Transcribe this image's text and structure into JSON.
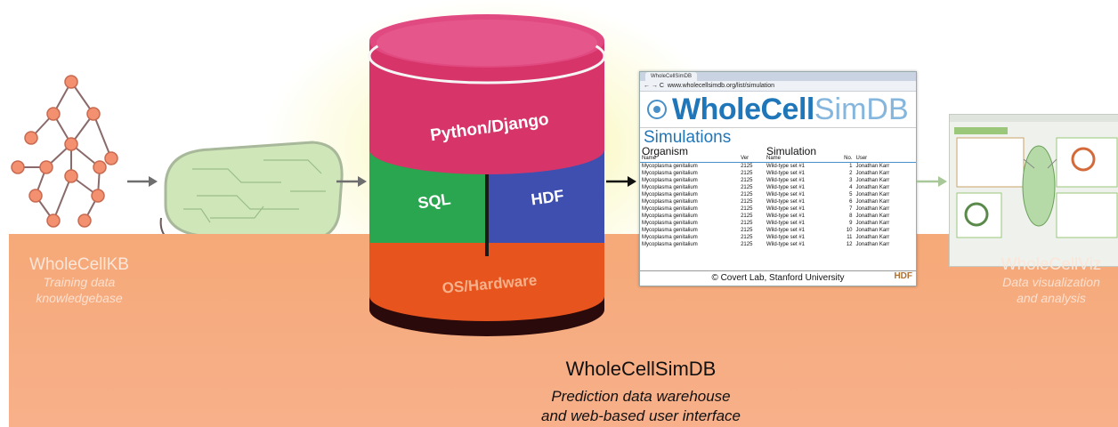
{
  "left": {
    "title": "WholeCellKB",
    "subtitle_line1": "Training data",
    "subtitle_line2": "knowledgebase"
  },
  "right": {
    "title": "WholeCellViz",
    "subtitle_line1": "Data visualization",
    "subtitle_line2": "and analysis"
  },
  "center": {
    "title": "WholeCellSimDB",
    "subtitle_line1": "Prediction data warehouse",
    "subtitle_line2": "and web-based user interface"
  },
  "database": {
    "layer_top": "Python/Django",
    "layer_sql": "SQL",
    "layer_hdf": "HDF",
    "layer_bottom": "OS/Hardware"
  },
  "browser": {
    "tab": "WholeCellSimDB",
    "url": "www.wholecellsimdb.org/list/simulation",
    "logo_main": "WholeCell",
    "logo_sim": "SimDB",
    "heading": "Simulations",
    "group_organism": "Organism",
    "group_simulation": "Simulation",
    "col_name": "Name",
    "col_ver": "Ver",
    "col_sim_name": "Name",
    "col_no": "No.",
    "col_user": "User",
    "rows": [
      {
        "organism": "Mycoplasma genitalium",
        "ver": "2125",
        "sim": "Wild-type set #1",
        "no": "1",
        "user": "Jonathan Karr"
      },
      {
        "organism": "Mycoplasma genitalium",
        "ver": "2125",
        "sim": "Wild-type set #1",
        "no": "2",
        "user": "Jonathan Karr"
      },
      {
        "organism": "Mycoplasma genitalium",
        "ver": "2125",
        "sim": "Wild-type set #1",
        "no": "3",
        "user": "Jonathan Karr"
      },
      {
        "organism": "Mycoplasma genitalium",
        "ver": "2125",
        "sim": "Wild-type set #1",
        "no": "4",
        "user": "Jonathan Karr"
      },
      {
        "organism": "Mycoplasma genitalium",
        "ver": "2125",
        "sim": "Wild-type set #1",
        "no": "5",
        "user": "Jonathan Karr"
      },
      {
        "organism": "Mycoplasma genitalium",
        "ver": "2125",
        "sim": "Wild-type set #1",
        "no": "6",
        "user": "Jonathan Karr"
      },
      {
        "organism": "Mycoplasma genitalium",
        "ver": "2125",
        "sim": "Wild-type set #1",
        "no": "7",
        "user": "Jonathan Karr"
      },
      {
        "organism": "Mycoplasma genitalium",
        "ver": "2125",
        "sim": "Wild-type set #1",
        "no": "8",
        "user": "Jonathan Karr"
      },
      {
        "organism": "Mycoplasma genitalium",
        "ver": "2125",
        "sim": "Wild-type set #1",
        "no": "9",
        "user": "Jonathan Karr"
      },
      {
        "organism": "Mycoplasma genitalium",
        "ver": "2125",
        "sim": "Wild-type set #1",
        "no": "10",
        "user": "Jonathan Karr"
      },
      {
        "organism": "Mycoplasma genitalium",
        "ver": "2125",
        "sim": "Wild-type set #1",
        "no": "11",
        "user": "Jonathan Karr"
      },
      {
        "organism": "Mycoplasma genitalium",
        "ver": "2125",
        "sim": "Wild-type set #1",
        "no": "12",
        "user": "Jonathan Karr"
      }
    ],
    "footer": "© Covert Lab, Stanford University",
    "footer_logo": "HDF"
  },
  "colors": {
    "band": "#f6a978",
    "python_layer": "#d7356a",
    "sql_layer": "#2aa550",
    "hdf_layer": "#3f4fb0",
    "os_layer": "#e8541e",
    "logo_blue": "#1f76b8",
    "arrow": "#6e6e6e",
    "right_arrow": "#a8c89a"
  }
}
